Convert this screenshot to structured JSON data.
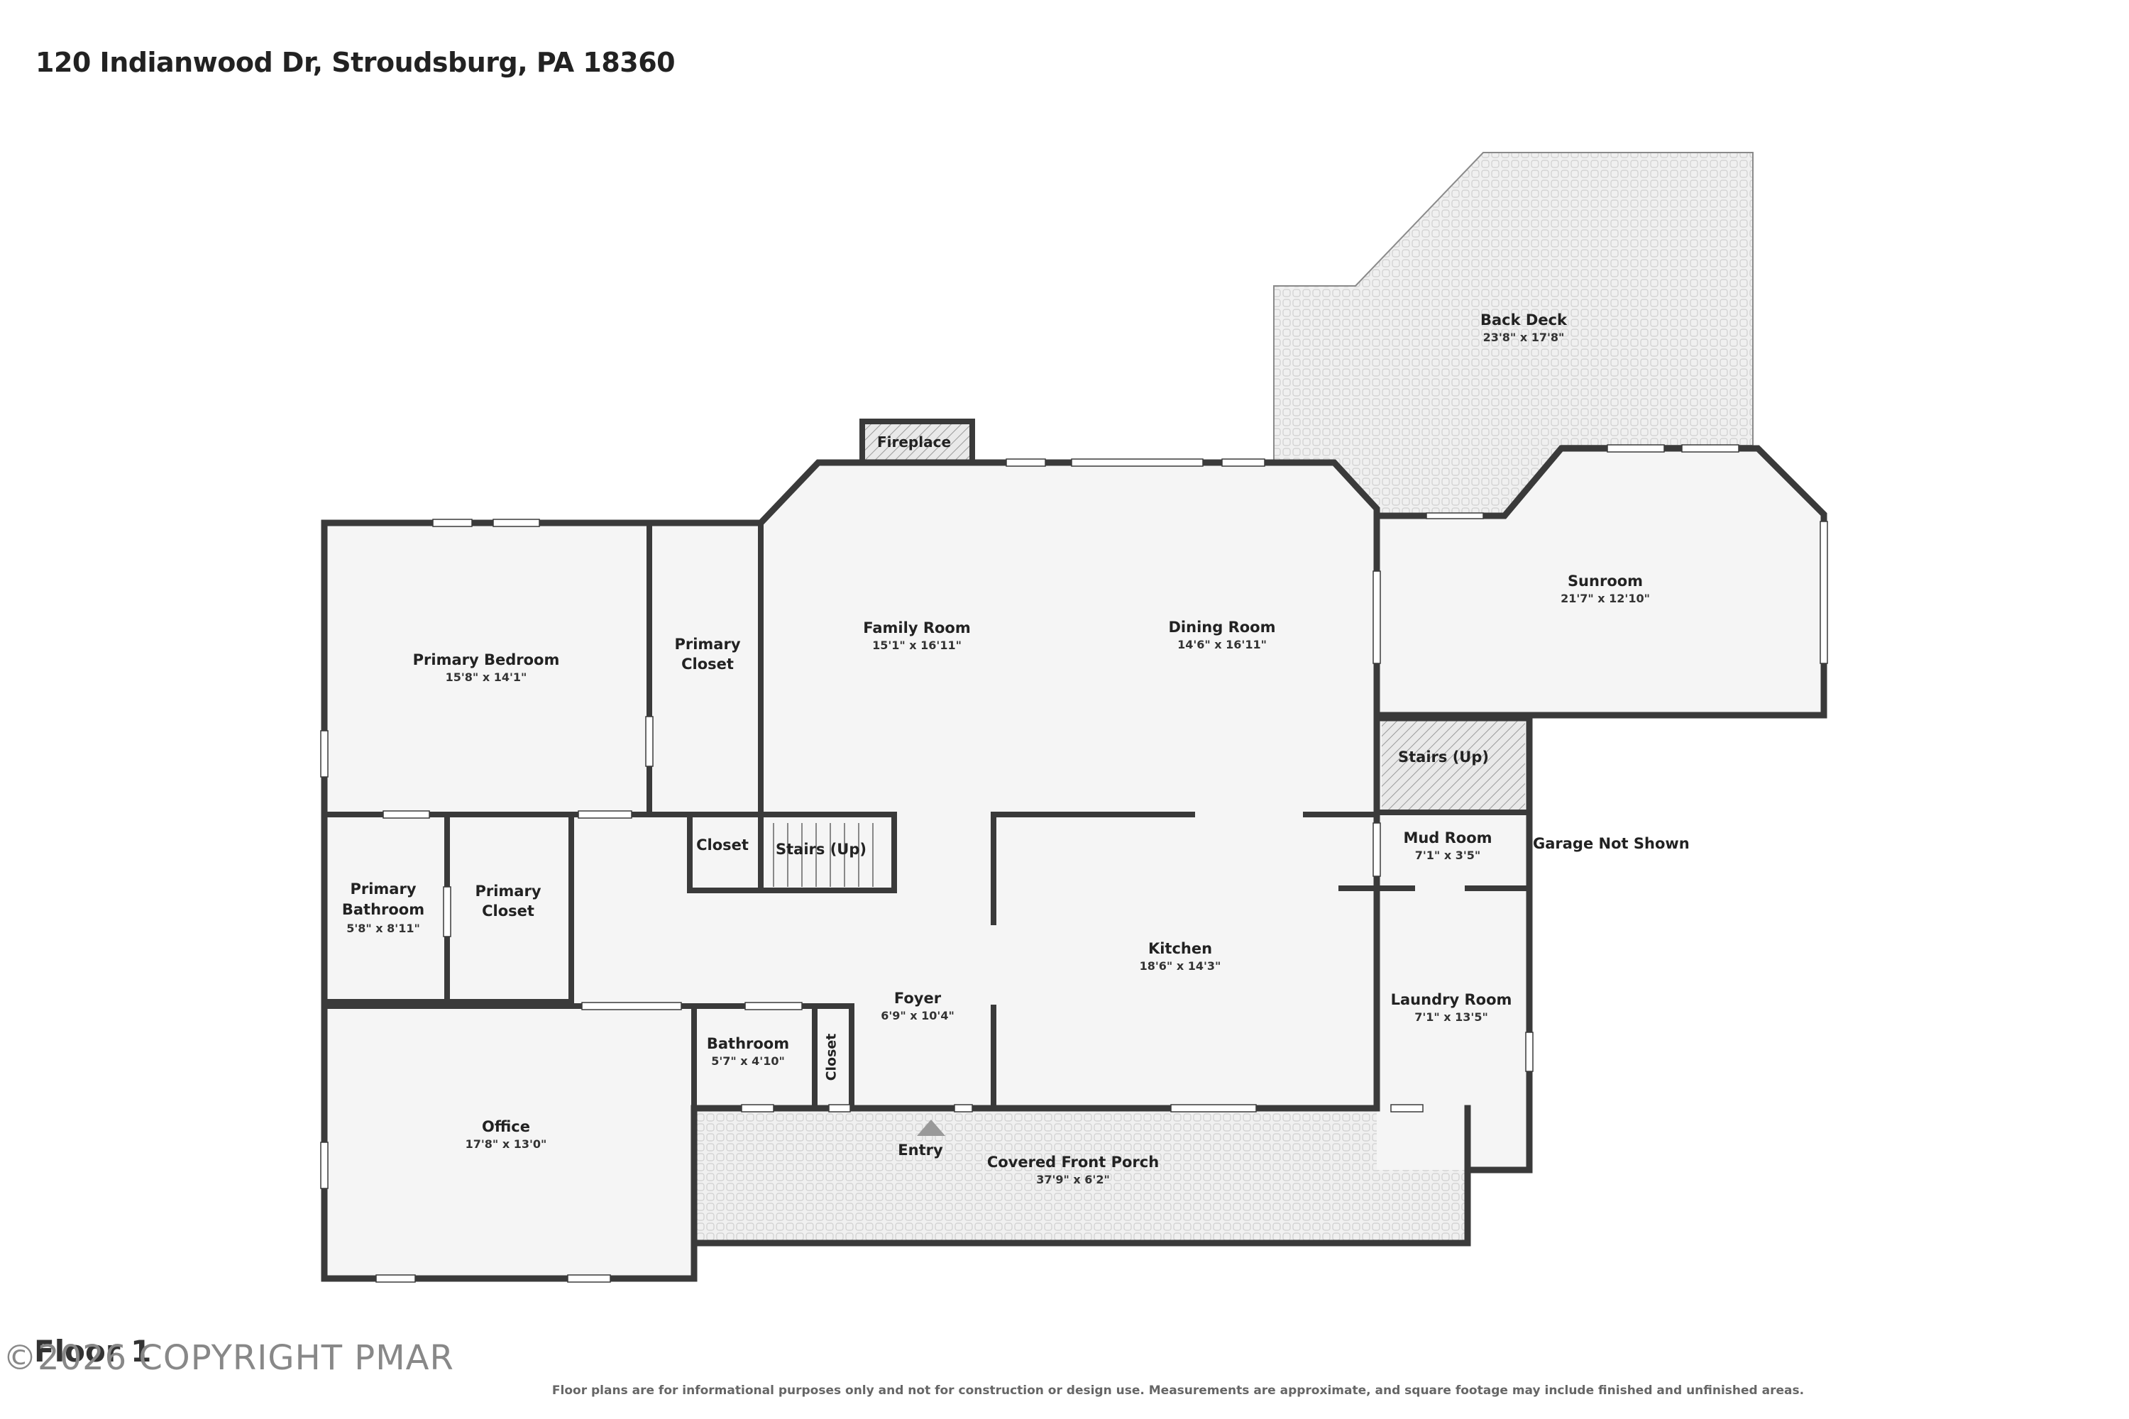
{
  "header": {
    "address": "120 Indianwood Dr, Stroudsburg, PA 18360"
  },
  "floor_label": "Floor 1",
  "watermark": "©2026 COPYRIGHT PMAR",
  "disclaimer": "Floor plans are for informational purposes only and not for construction or design use. Measurements are approximate, and square footage may include finished and unfinished areas.",
  "rooms": {
    "back_deck": {
      "name": "Back Deck",
      "dims": "23'8\" x 17'8\""
    },
    "fireplace": {
      "name": "Fireplace"
    },
    "family_room": {
      "name": "Family Room",
      "dims": "15'1\" x 16'11\""
    },
    "dining_room": {
      "name": "Dining Room",
      "dims": "14'6\" x 16'11\""
    },
    "sunroom": {
      "name": "Sunroom",
      "dims": "21'7\" x 12'10\""
    },
    "primary_bedroom": {
      "name": "Primary Bedroom",
      "dims": "15'8\" x 14'1\""
    },
    "primary_closet_1": {
      "name_line1": "Primary",
      "name_line2": "Closet"
    },
    "stairs_up_1": {
      "name": "Stairs (Up)"
    },
    "stairs_up_2": {
      "name": "Stairs (Up)"
    },
    "closet_1": {
      "name": "Closet"
    },
    "closet_2": {
      "name": "Closet"
    },
    "mud_room": {
      "name": "Mud Room",
      "dims": "7'1\" x 3'5\""
    },
    "garage_note": {
      "name": "Garage Not Shown"
    },
    "primary_bathroom": {
      "name_line1": "Primary",
      "name_line2": "Bathroom",
      "dims": "5'8\" x 8'11\""
    },
    "primary_closet_2": {
      "name_line1": "Primary",
      "name_line2": "Closet"
    },
    "kitchen": {
      "name": "Kitchen",
      "dims": "18'6\" x 14'3\""
    },
    "foyer": {
      "name": "Foyer",
      "dims": "6'9\" x 10'4\""
    },
    "laundry_room": {
      "name": "Laundry Room",
      "dims": "7'1\" x 13'5\""
    },
    "bathroom": {
      "name": "Bathroom",
      "dims": "5'7\" x 4'10\""
    },
    "office": {
      "name": "Office",
      "dims": "17'8\" x 13'0\""
    },
    "entry": {
      "name": "Entry"
    },
    "covered_front_porch": {
      "name": "Covered Front Porch",
      "dims": "37'9\" x 6'2\""
    }
  },
  "colors": {
    "wall": "#3a3a3a",
    "floor": "#f5f5f5",
    "deck": "#eeeeee",
    "text": "#222222"
  }
}
